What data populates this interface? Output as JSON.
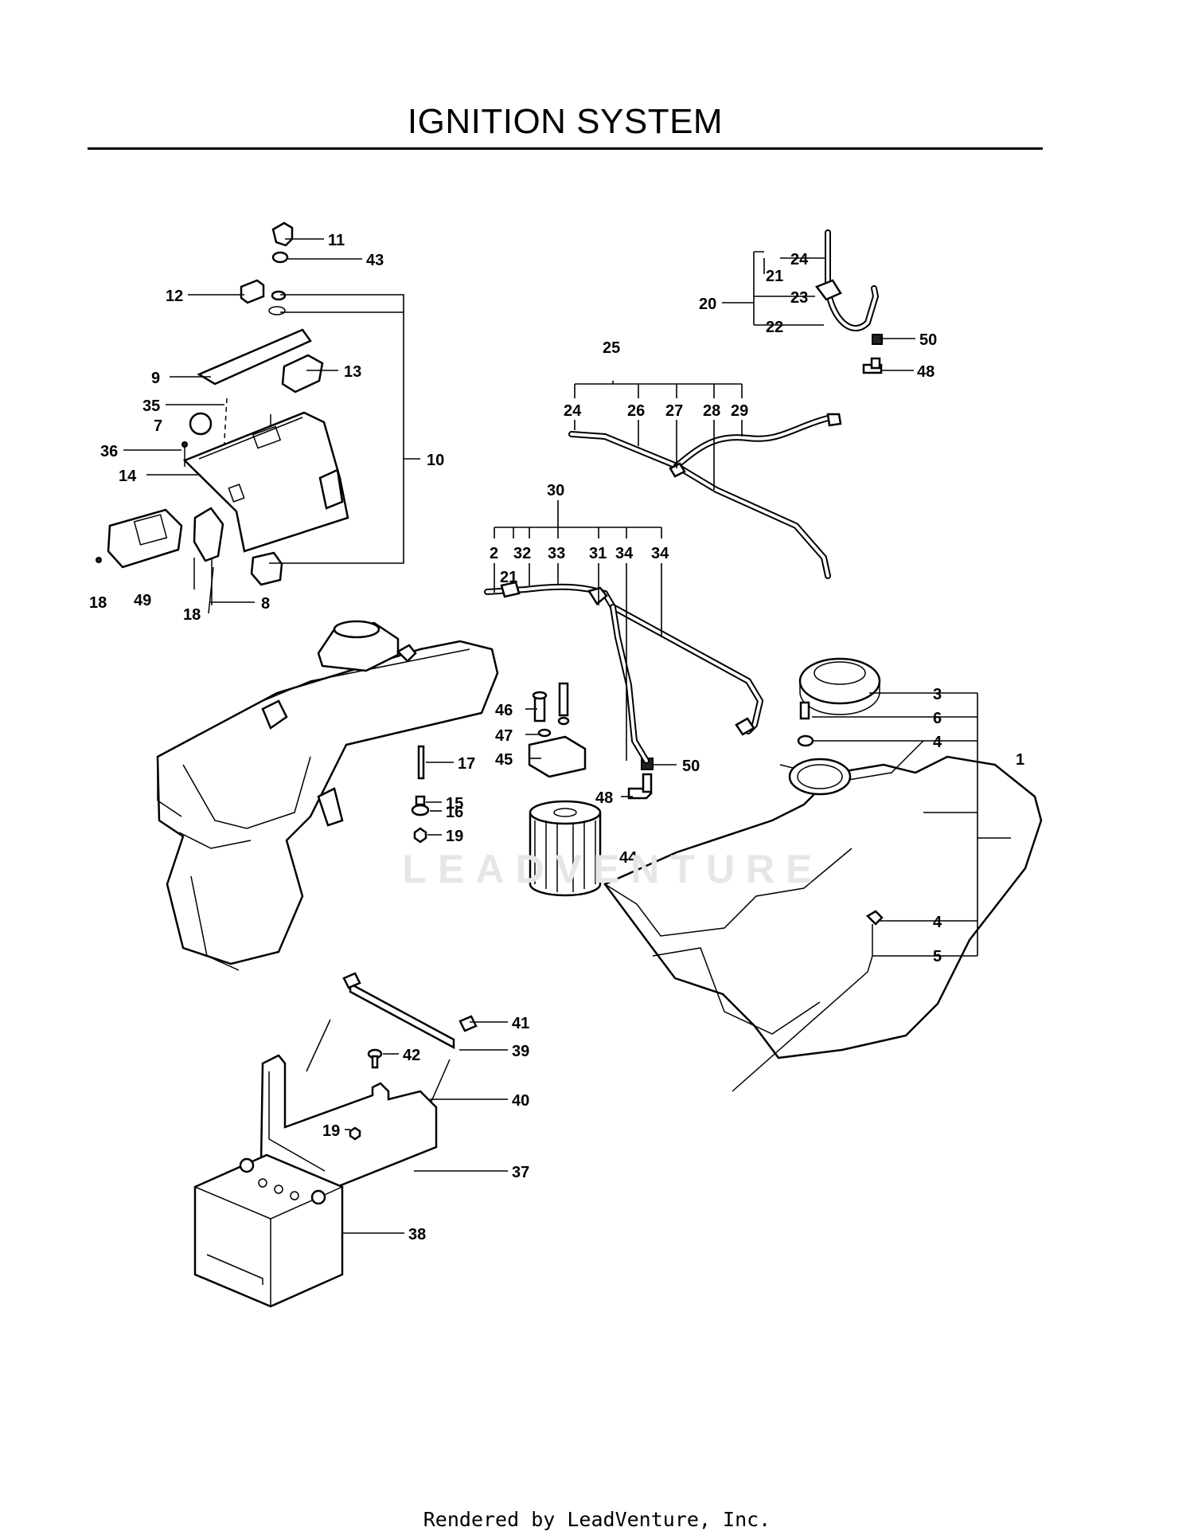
{
  "title": "IGNITION SYSTEM",
  "watermark": "LEADVENTURE",
  "footer": "Rendered by LeadVenture, Inc.",
  "callouts": {
    "c11": "11",
    "c43": "43",
    "c12": "12",
    "c9": "9",
    "c13": "13",
    "c35": "35",
    "c7": "7",
    "c36": "36",
    "c14": "14",
    "c10": "10",
    "c18a": "18",
    "c49": "49",
    "c18b": "18",
    "c8": "8",
    "c24a": "24",
    "c21a": "21",
    "c23": "23",
    "c20": "20",
    "c22": "22",
    "c50a": "50",
    "c48a": "48",
    "c25": "25",
    "c24b": "24",
    "c26": "26",
    "c27": "27",
    "c28": "28",
    "c29": "29",
    "c30": "30",
    "c2": "2",
    "c21b": "21",
    "c32": "32",
    "c33": "33",
    "c31": "31",
    "c34a": "34",
    "c34b": "34",
    "c3": "3",
    "c6": "6",
    "c4a": "4",
    "c1": "1",
    "c4b": "4",
    "c5": "5",
    "c46": "46",
    "c47": "47",
    "c45": "45",
    "c48b": "48",
    "c50b": "50",
    "c44": "44",
    "c17": "17",
    "c16": "16",
    "c15": "15",
    "c19a": "19",
    "c41": "41",
    "c42": "42",
    "c39": "39",
    "c40": "40",
    "c19b": "19",
    "c37": "37",
    "c38": "38"
  }
}
